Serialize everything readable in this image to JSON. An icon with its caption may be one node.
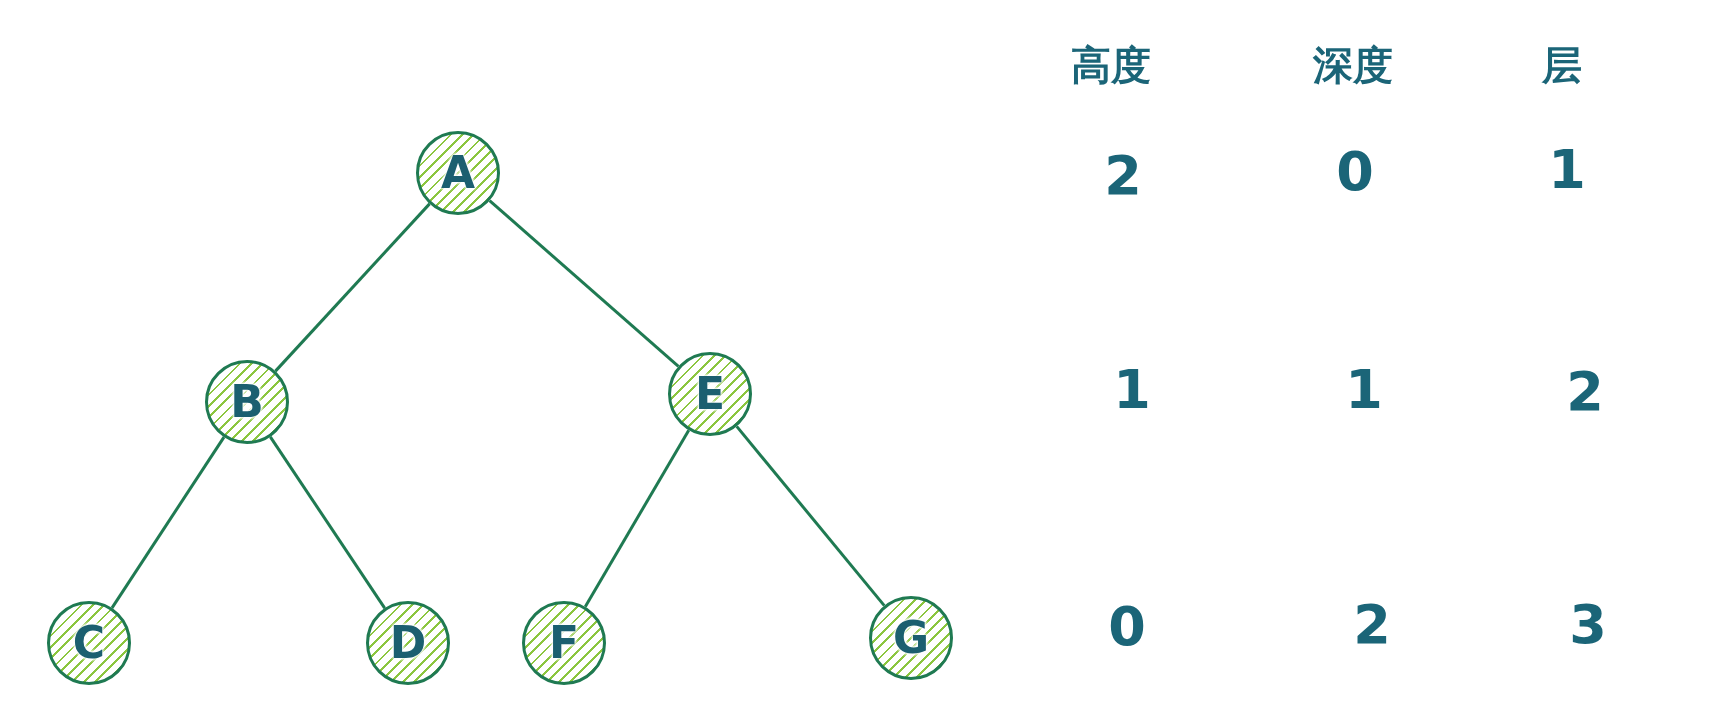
{
  "diagram": {
    "nodes": [
      {
        "text": [
          "A"
        ]
      },
      {
        "text": [
          "B"
        ]
      },
      {
        "text": [
          "C"
        ]
      },
      {
        "text": [
          "D"
        ]
      },
      {
        "text": [
          "E"
        ]
      },
      {
        "text": [
          "F"
        ]
      },
      {
        "text": [
          "G"
        ]
      }
    ],
    "edges": [
      {
        "from": 0,
        "to": 1,
        "arrow": "none"
      },
      {
        "from": 0,
        "to": 4,
        "arrow": "none"
      },
      {
        "from": 1,
        "to": 2,
        "arrow": "none"
      },
      {
        "from": 1,
        "to": 3,
        "arrow": "none"
      },
      {
        "from": 4,
        "to": 5,
        "arrow": "none"
      },
      {
        "from": 4,
        "to": 6,
        "arrow": "none"
      }
    ],
    "labels": [
      "高度",
      "深度",
      "层",
      "2",
      "0",
      "1",
      "1",
      "1",
      "2",
      "0",
      "2",
      "3"
    ]
  }
}
